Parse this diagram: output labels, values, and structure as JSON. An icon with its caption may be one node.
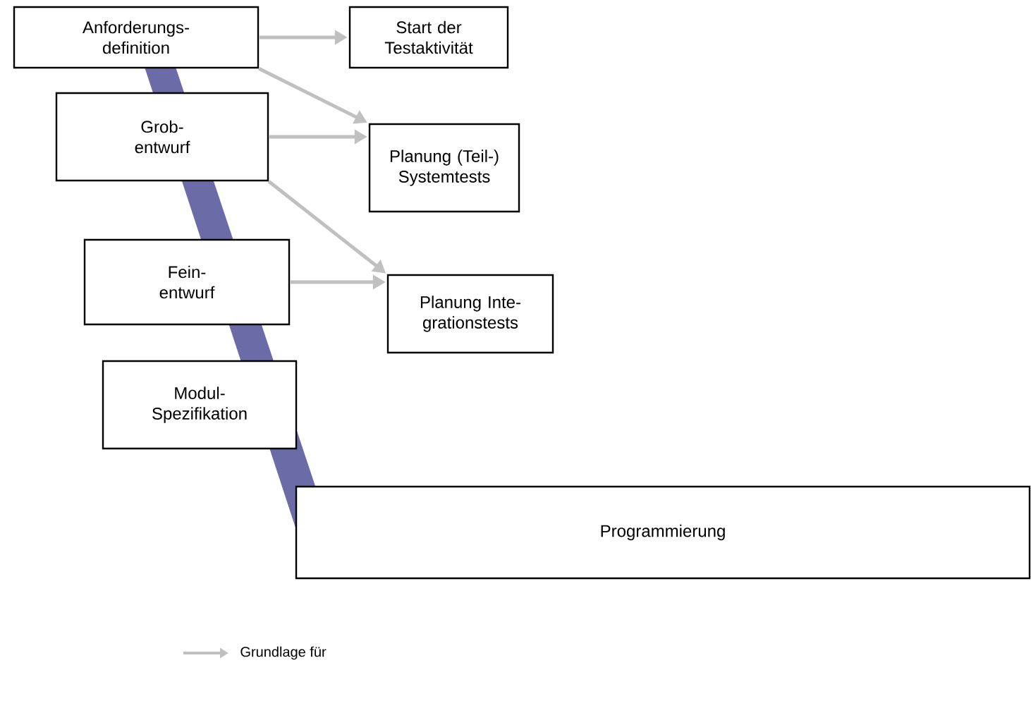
{
  "diagram": {
    "nodes": [
      {
        "text": [
          "Anforderungs- definition"
        ]
      },
      {
        "text": [
          "Start der Testaktivität"
        ]
      },
      {
        "text": [
          "Grob- entwurf"
        ]
      },
      {
        "text": [
          "Planung (Teil-) Systemtests"
        ]
      },
      {
        "text": [
          "Fein- entwurf"
        ]
      },
      {
        "text": [
          "Planung Inte- grationstests"
        ]
      },
      {
        "text": [
          "Modul- Spezifikation"
        ]
      },
      {
        "text": [
          "Programmierung"
        ]
      }
    ],
    "edges": [
      {
        "from": 0,
        "to": 1,
        "arrow": "to"
      },
      {
        "from": 0,
        "to": 3,
        "arrow": "to"
      },
      {
        "from": 2,
        "to": 3,
        "arrow": "to"
      },
      {
        "from": 2,
        "to": 5,
        "arrow": "to"
      },
      {
        "from": 4,
        "to": 5,
        "arrow": "to"
      }
    ],
    "legend": [
      {
        "text": "Grundlage für"
      }
    ]
  }
}
